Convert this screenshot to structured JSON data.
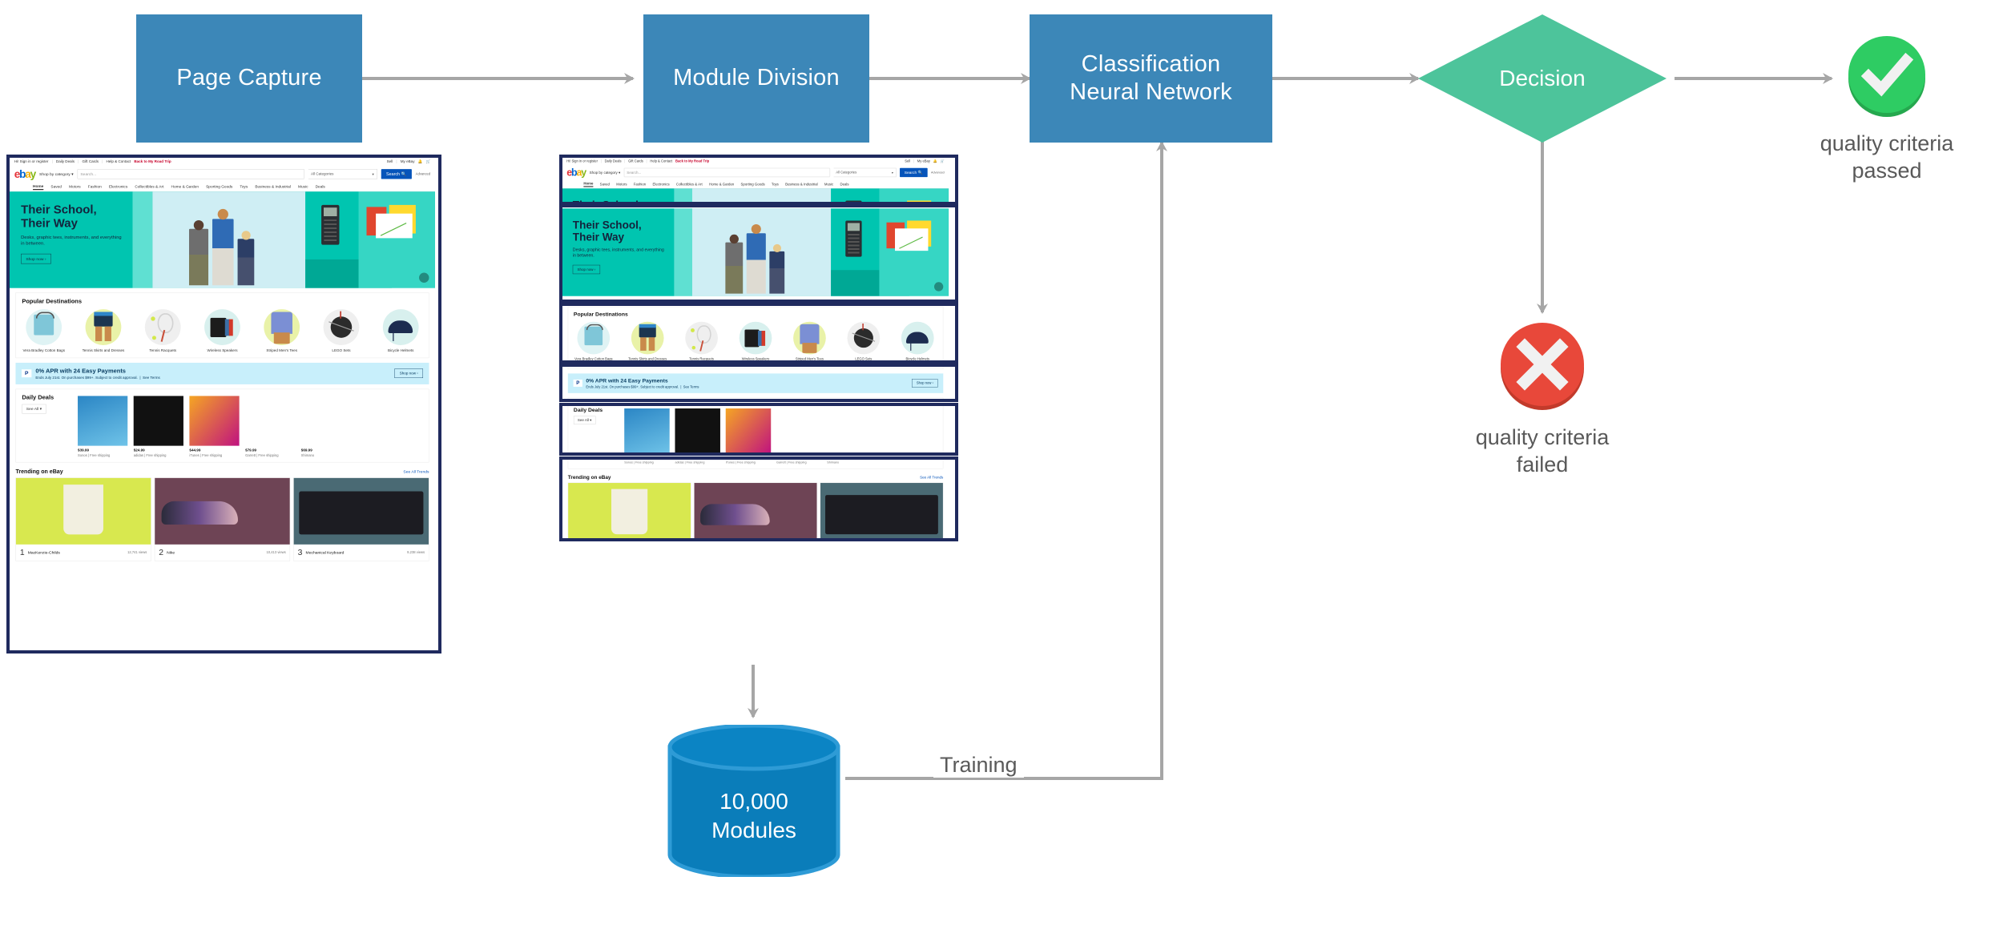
{
  "diagram": {
    "type": "flowchart",
    "title": "",
    "nodes": [
      {
        "id": "page-capture",
        "label": "Page Capture",
        "shape": "rectangle",
        "color": "#3C87B8"
      },
      {
        "id": "module-division",
        "label": "Module Division",
        "shape": "rectangle",
        "color": "#3C87B8"
      },
      {
        "id": "classification-neural-network",
        "label_line1": "Classification",
        "label_line2": "Neural Network",
        "shape": "rectangle",
        "color": "#3C87B8"
      },
      {
        "id": "decision",
        "label": "Decision",
        "shape": "diamond",
        "color": "#4DC49B"
      },
      {
        "id": "quality-passed",
        "label_line1": "quality criteria",
        "label_line2": "passed",
        "shape": "circle-check",
        "color": "#2ECC63"
      },
      {
        "id": "quality-failed",
        "label_line1": "quality criteria",
        "label_line2": "failed",
        "shape": "circle-x",
        "color": "#E8483A"
      },
      {
        "id": "modules-database",
        "label_line1": "10,000",
        "label_line2": "Modules",
        "shape": "cylinder",
        "color": "#0A7DBA"
      }
    ],
    "edges": [
      {
        "from": "page-capture",
        "to": "module-division",
        "label": ""
      },
      {
        "from": "module-division",
        "to": "classification-neural-network",
        "label": ""
      },
      {
        "from": "classification-neural-network",
        "to": "decision",
        "label": ""
      },
      {
        "from": "decision",
        "to": "quality-passed",
        "label": ""
      },
      {
        "from": "decision",
        "to": "quality-failed",
        "label": ""
      },
      {
        "from": "module-division-screenshot",
        "to": "modules-database",
        "label": ""
      },
      {
        "from": "modules-database",
        "to": "classification-neural-network",
        "label": "Training"
      }
    ],
    "training_label": "Training"
  },
  "screenshot": {
    "site": "ebay",
    "util_bar": {
      "links": [
        "Hi! Sign in or register",
        "Daily Deals",
        "Gift Cards",
        "Help & Contact"
      ],
      "promo": "Back to My Road Trip",
      "right_links": [
        "Sell",
        "My eBay"
      ],
      "icons": [
        "bell-icon",
        "cart-icon"
      ]
    },
    "header": {
      "logo": "ebay",
      "shop_by": "Shop by category",
      "search_placeholder": "Search...",
      "category_select": "All Categories",
      "search_button": "Search",
      "advanced_link": "Advanced"
    },
    "nav": [
      "Home",
      "Saved",
      "Motors",
      "Fashion",
      "Electronics",
      "Collectibles & Art",
      "Home & Garden",
      "Sporting Goods",
      "Toys",
      "Business & Industrial",
      "Music",
      "Deals"
    ],
    "hero": {
      "title": "Their School, Their Way",
      "subtitle": "Desks, graphic tees, instruments, and everything in between.",
      "button": "Shop now"
    },
    "popular": {
      "title": "Popular Destinations",
      "items": [
        "Vera Bradley Cotton Bags",
        "Tennis Skirts and Dresses",
        "Tennis Racquets",
        "Wireless Speakers",
        "Striped Men's Tees",
        "LEGO Sets",
        "Bicycle Helmets"
      ]
    },
    "paypal": {
      "brand": "PayPal Credit",
      "title": "0% APR with 24 Easy Payments",
      "subtitle": "Ends July 21st. On purchases $99+. Subject to credit approval.",
      "terms": "See Terms",
      "button": "Shop now"
    },
    "daily_deals": {
      "title": "Daily Deals",
      "see_all": "See All",
      "items": [
        {
          "price": "$39.99",
          "sub": "Sonos  |  Free shipping"
        },
        {
          "price": "$24.99",
          "sub": "adidas  |  Free shipping"
        },
        {
          "price": "$44.99",
          "sub": "iTunes  |  Free shipping"
        },
        {
          "price": "$79.99",
          "sub": "Garrett  |  Free shipping"
        },
        {
          "price": "$69.99",
          "sub": "Shimano"
        }
      ]
    },
    "trending": {
      "title": "Trending on eBay",
      "see_all": "See All Trends",
      "items": [
        {
          "rank": "1",
          "name": "MacKenzie-Childs",
          "views": "12,741 views"
        },
        {
          "rank": "2",
          "name": "Nike",
          "views": "10,413 views"
        },
        {
          "rank": "3",
          "name": "Mechanical Keyboard",
          "views": "9,238 views"
        }
      ]
    }
  }
}
